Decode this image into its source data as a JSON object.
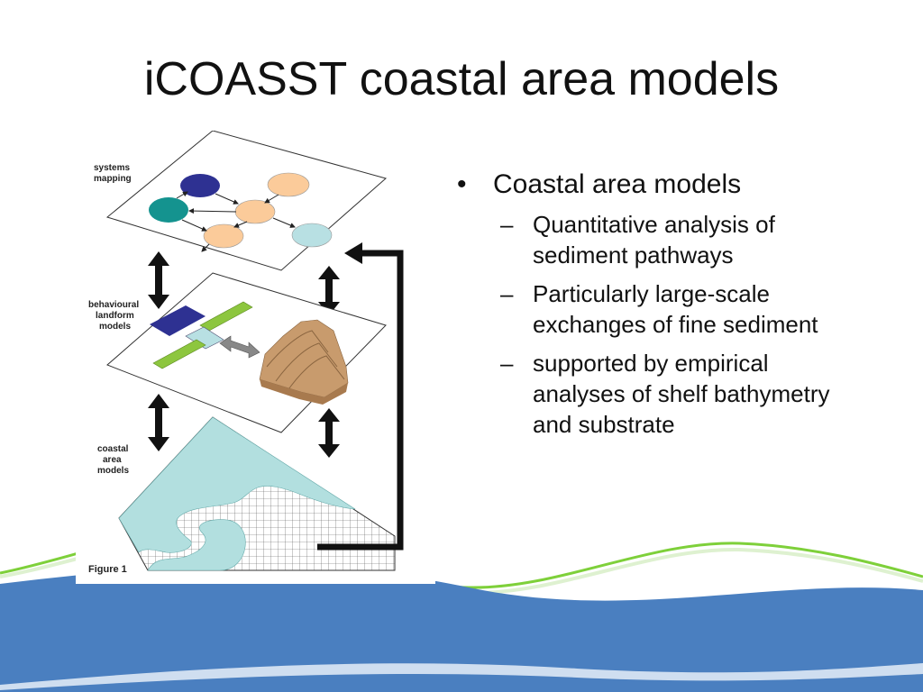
{
  "slide": {
    "title": "iCOASST coastal area models"
  },
  "figure": {
    "layer_labels": [
      [
        "systems",
        "mapping"
      ],
      [
        "behavioural",
        "landform",
        "models"
      ],
      [
        "coastal",
        "area",
        "models"
      ]
    ],
    "caption": "Figure 1",
    "colors": {
      "dark_blue": "#2e3192",
      "teal": "#14938f",
      "peach": "#fbcb9a",
      "light_blue": "#b8e0e3",
      "green": "#8dc63f",
      "sea": "#b2dfdf",
      "sand": "#c89b6d"
    }
  },
  "bullets": {
    "main": "Coastal area models",
    "subs": [
      "Quantitative analysis of sediment pathways",
      "Particularly large-scale exchanges of fine sediment",
      "supported by empirical analyses of shelf bathymetry and substrate"
    ]
  },
  "theme": {
    "wave_blue": "#4a7fc0",
    "wave_green": "#7ed03a"
  }
}
